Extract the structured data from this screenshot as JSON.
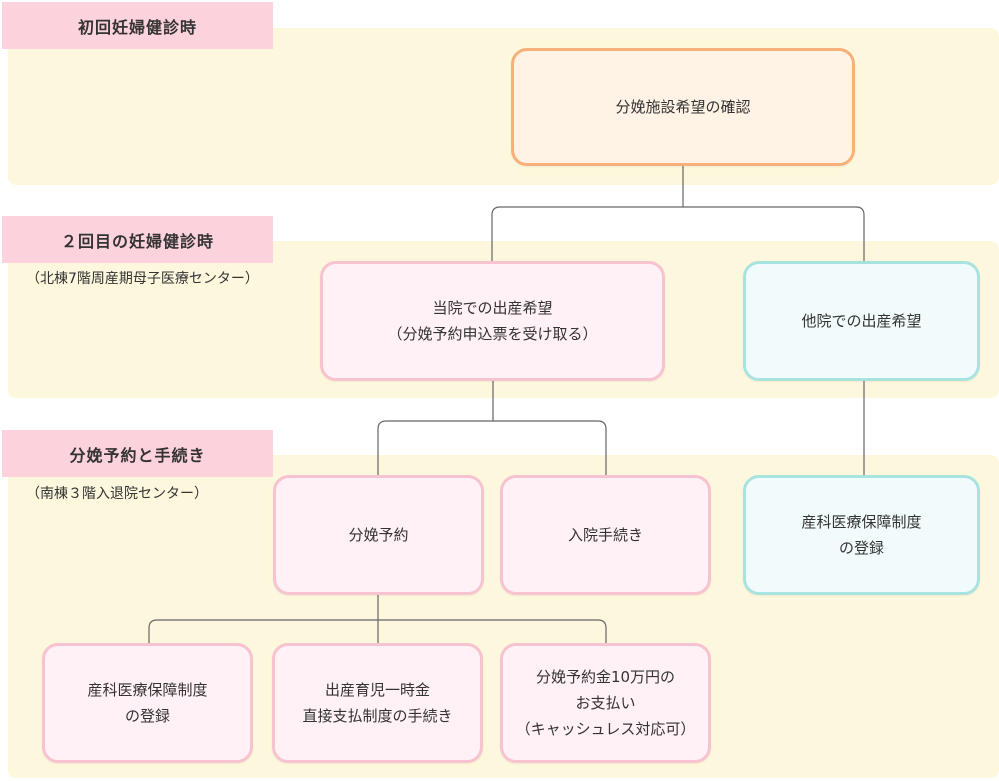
{
  "sections": [
    {
      "label": "初回妊婦健診時",
      "sub": ""
    },
    {
      "label": "２回目の妊婦健診時",
      "sub": "（北棟7階周産期母子医療センター）"
    },
    {
      "label": "分娩予約と手続き",
      "sub": "（南棟３階入退院センター）"
    }
  ],
  "nodes": {
    "confirm": [
      "分娩施設希望の確認"
    ],
    "here": [
      "当院での出産希望",
      "（分娩予約申込票を受け取る）"
    ],
    "other": [
      "他院での出産希望"
    ],
    "reserve": [
      "分娩予約"
    ],
    "admission": [
      "入院手続き"
    ],
    "register_other": [
      "産科医療保障制度",
      "の登録"
    ],
    "register": [
      "産科医療保障制度",
      "の登録"
    ],
    "lump_sum": [
      "出産育児一時金",
      "直接支払制度の手続き"
    ],
    "deposit": [
      "分娩予約金10万円の",
      "お支払い",
      "（キャッシュレス対応可）"
    ]
  },
  "colors": {
    "band": "#fdf8dd",
    "tag": "#fcd2dc",
    "orange_border": "#f8b07a",
    "pink_border": "#f7c3d0",
    "cyan_border": "#a9e3e0",
    "connector": "#666666"
  }
}
